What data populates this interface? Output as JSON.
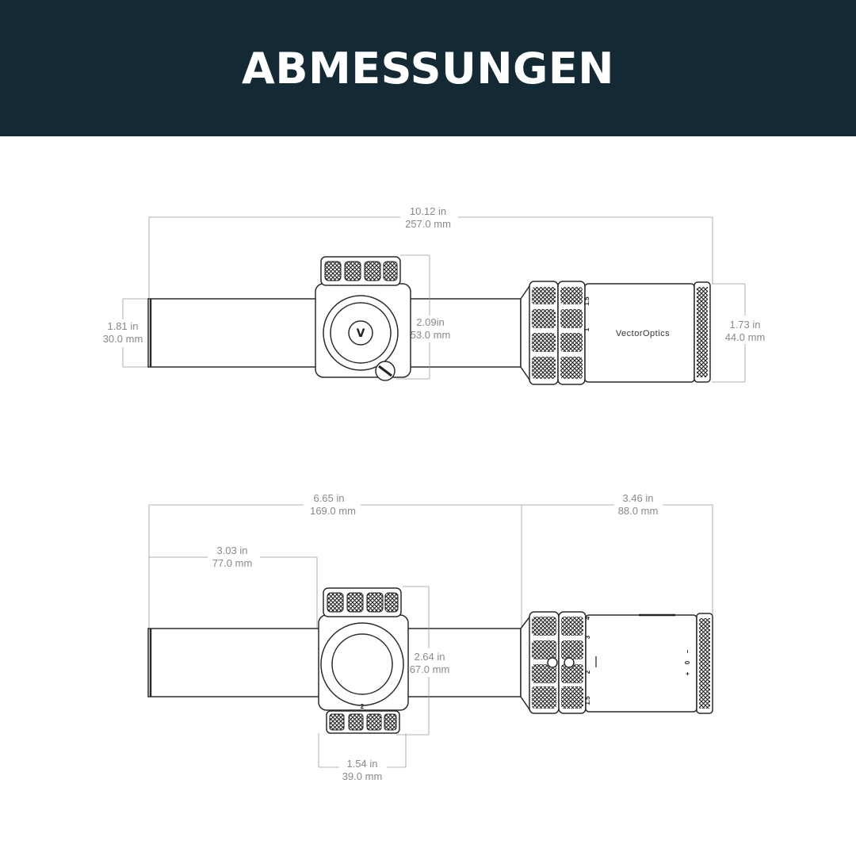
{
  "header": {
    "title": "ABMESSUNGEN",
    "bg_color": "#132a35"
  },
  "top_view": {
    "overall_length": {
      "in": "10.12 in",
      "mm": "257.0 mm"
    },
    "tube_diameter": {
      "in": "1.81 in",
      "mm": "30.0 mm"
    },
    "turret_height": {
      "in": "2.09in",
      "mm": "53.0 mm"
    },
    "eyepiece_diameter": {
      "in": "1.73 in",
      "mm": "44.0 mm"
    },
    "brand": "VectorOptics",
    "mag_ticks": [
      "1",
      "1.5"
    ]
  },
  "side_view": {
    "front_length": {
      "in": "6.65 in",
      "mm": "169.0 mm"
    },
    "rear_length": {
      "in": "3.46 in",
      "mm": "88.0 mm"
    },
    "turret_offset": {
      "in": "3.03 in",
      "mm": "77.0 mm"
    },
    "turret_height": {
      "in": "2.64 in",
      "mm": "67.0 mm"
    },
    "turret_width": {
      "in": "1.54 in",
      "mm": "39.0 mm"
    },
    "mag_ticks": [
      "4",
      "3",
      "2",
      "1.5"
    ],
    "adjust_marks": [
      "+",
      "0",
      "−"
    ],
    "knob_marks": [
      "2"
    ]
  }
}
